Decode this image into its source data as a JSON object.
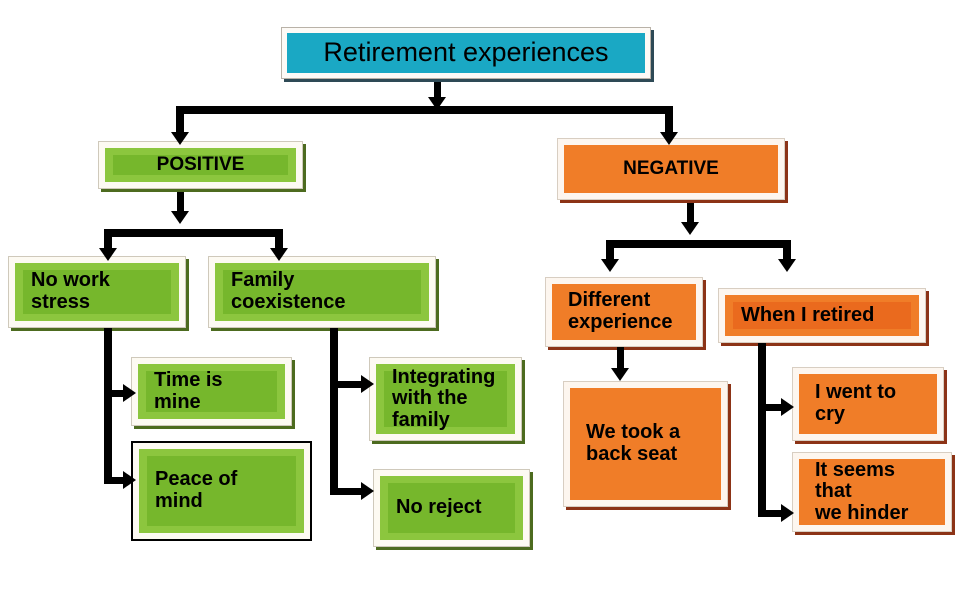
{
  "diagram": {
    "title": "Retirement experiences",
    "root": {
      "label": "Retirement experiences",
      "color": "#1aa8c4"
    },
    "branches": [
      {
        "label": "POSITIVE",
        "color": "#8cc63e"
      },
      {
        "label": "NEGATIVE",
        "color": "#f07d28"
      }
    ],
    "positive": {
      "themes": [
        {
          "label": "No work\nstress"
        },
        {
          "label": "Family\ncoexistence"
        }
      ],
      "subthemes": [
        {
          "label": "Time is\nmine",
          "parent": "No work stress"
        },
        {
          "label": "Peace of\nmind",
          "parent": "No work stress"
        },
        {
          "label": "Integrating\nwith the\nfamily",
          "parent": "Family coexistence"
        },
        {
          "label": "No reject",
          "parent": "Family coexistence"
        }
      ]
    },
    "negative": {
      "themes": [
        {
          "label": "Different\nexperience"
        },
        {
          "label": "When I retired"
        }
      ],
      "subthemes": [
        {
          "label": "We took a\nback seat",
          "parent": "Different experience"
        },
        {
          "label": "I went to\ncry",
          "parent": "When I retired"
        },
        {
          "label": "It seems that\nwe hinder",
          "parent": "When I retired"
        }
      ]
    },
    "colors": {
      "teal_fill": "#1aa8c4",
      "green_fill": "#8cc63e",
      "green_inner": "#76b72c",
      "green_shadow": "#4d6b1f",
      "orange_fill": "#f07d28",
      "orange_inner": "#ea6a1e",
      "orange_shadow": "#8c3316",
      "cream_border": "#fdfaf2",
      "connector": "#000000",
      "text": "#000000"
    }
  }
}
